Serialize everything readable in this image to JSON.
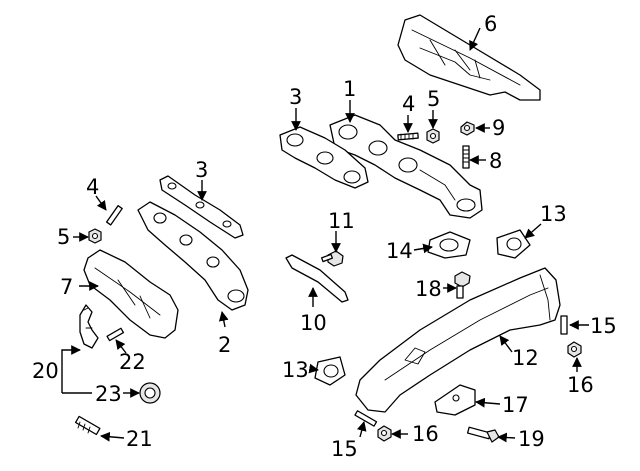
{
  "diagram": {
    "type": "exploded-parts-diagram",
    "callouts": {
      "c1": "1",
      "c2": "2",
      "c3a": "3",
      "c3b": "3",
      "c4a": "4",
      "c4b": "4",
      "c5a": "5",
      "c5b": "5",
      "c6": "6",
      "c7": "7",
      "c8": "8",
      "c9": "9",
      "c10": "10",
      "c11": "11",
      "c12": "12",
      "c13a": "13",
      "c13b": "13",
      "c14": "14",
      "c15a": "15",
      "c15b": "15",
      "c16a": "16",
      "c16b": "16",
      "c17": "17",
      "c18": "18",
      "c19": "19",
      "c20": "20",
      "c21": "21",
      "c22": "22",
      "c23": "23"
    },
    "colors": {
      "line": "#000000",
      "background": "#ffffff",
      "shade": "#e6e6e6"
    }
  }
}
